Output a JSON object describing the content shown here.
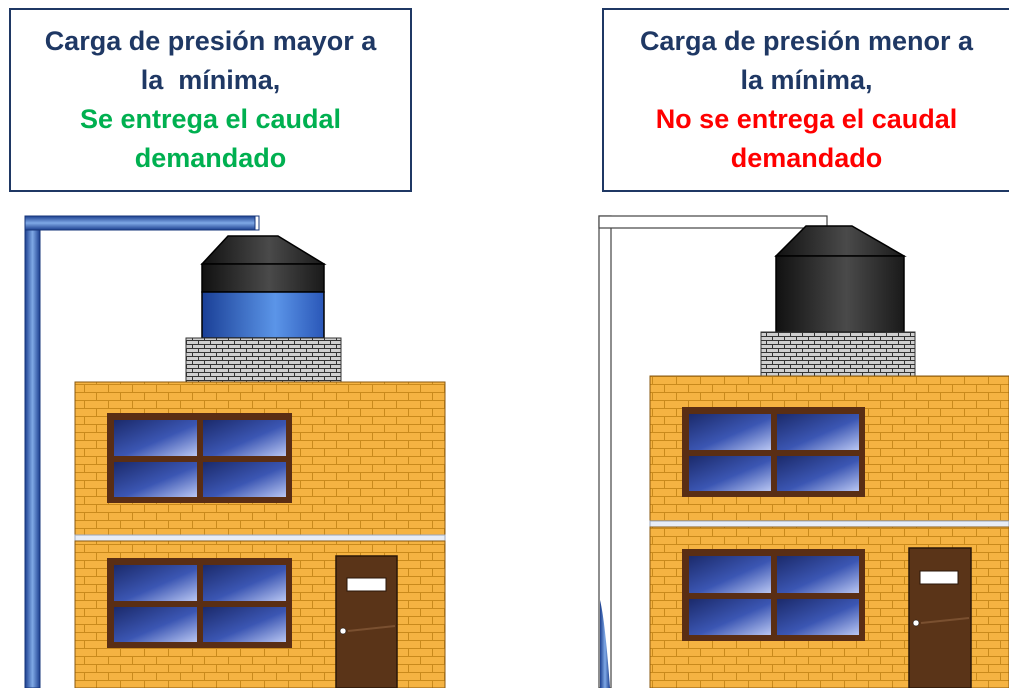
{
  "colors": {
    "heading_blue": "#1f3864",
    "positive_green": "#00b050",
    "negative_red": "#ff0000",
    "brick": "#f5b342",
    "mortar": "#c98a1c",
    "tank_dark": "#222222",
    "water_blue": "#3a7fd5",
    "window_frame": "#5a2e14",
    "door": "#5a3418"
  },
  "left_panel": {
    "line1": "Carga de presión mayor a",
    "line2": "la  mínima,",
    "line3": "Se entrega el caudal",
    "line4": "demandado"
  },
  "right_panel": {
    "line1": "Carga de presión menor a",
    "line2": "la mínima,",
    "line3": "No se entrega el caudal",
    "line4": "demandado"
  }
}
